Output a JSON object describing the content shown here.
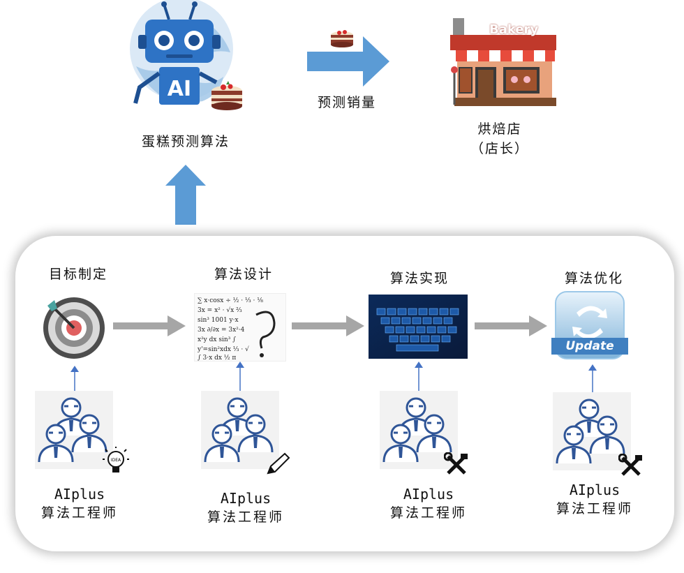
{
  "top": {
    "algorithm_label": "蛋糕预测算法",
    "ai_text": "AI",
    "predict_label": "预测销量",
    "store_sign": "Bakery",
    "store_label_line1": "烘焙店",
    "store_label_line2": "（店长）"
  },
  "steps": [
    {
      "title": "目标制定",
      "team_line1": "AIplus",
      "team_line2": "算法工程师",
      "tool_icon": "idea-bulb-icon"
    },
    {
      "title": "算法设计",
      "team_line1": "AIplus",
      "team_line2": "算法工程师",
      "tool_icon": "pencil-icon"
    },
    {
      "title": "算法实现",
      "team_line1": "AIplus",
      "team_line2": "算法工程师",
      "tool_icon": "tools-icon"
    },
    {
      "title": "算法优化",
      "team_line1": "AIplus",
      "team_line2": "算法工程师",
      "tool_icon": "tools-icon"
    }
  ],
  "update_badge": "Update",
  "idea_text": "IDEA",
  "colors": {
    "arrow_blue": "#5b9bd5",
    "arrow_gray": "#a6a6a6",
    "people_blue": "#2f5597",
    "robot_blue": "#2e73c5"
  }
}
